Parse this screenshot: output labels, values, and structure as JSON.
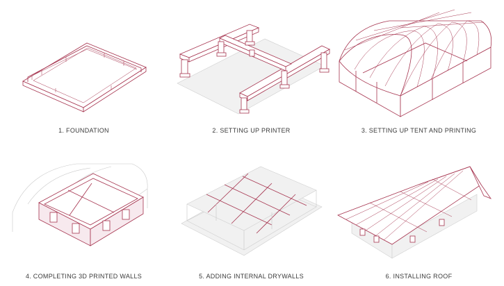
{
  "steps": [
    {
      "id": 1,
      "label": "1. FOUNDATION",
      "icon": "foundation-slab"
    },
    {
      "id": 2,
      "label": "2. SETTING UP PRINTER",
      "icon": "gantry-printer"
    },
    {
      "id": 3,
      "label": "3. SETTING UP TENT AND PRINTING",
      "icon": "tent-dome"
    },
    {
      "id": 4,
      "label": "4. COMPLETING 3D PRINTED WALLS",
      "icon": "printed-walls"
    },
    {
      "id": 5,
      "label": "5. ADDING INTERNAL DRYWALLS",
      "icon": "internal-drywalls"
    },
    {
      "id": 6,
      "label": "6. INSTALLING ROOF",
      "icon": "gable-roof"
    }
  ],
  "colors": {
    "accent": "#a6344f",
    "ghost": "#c8c8c8",
    "text": "#3a3a3a",
    "background": "#ffffff"
  }
}
